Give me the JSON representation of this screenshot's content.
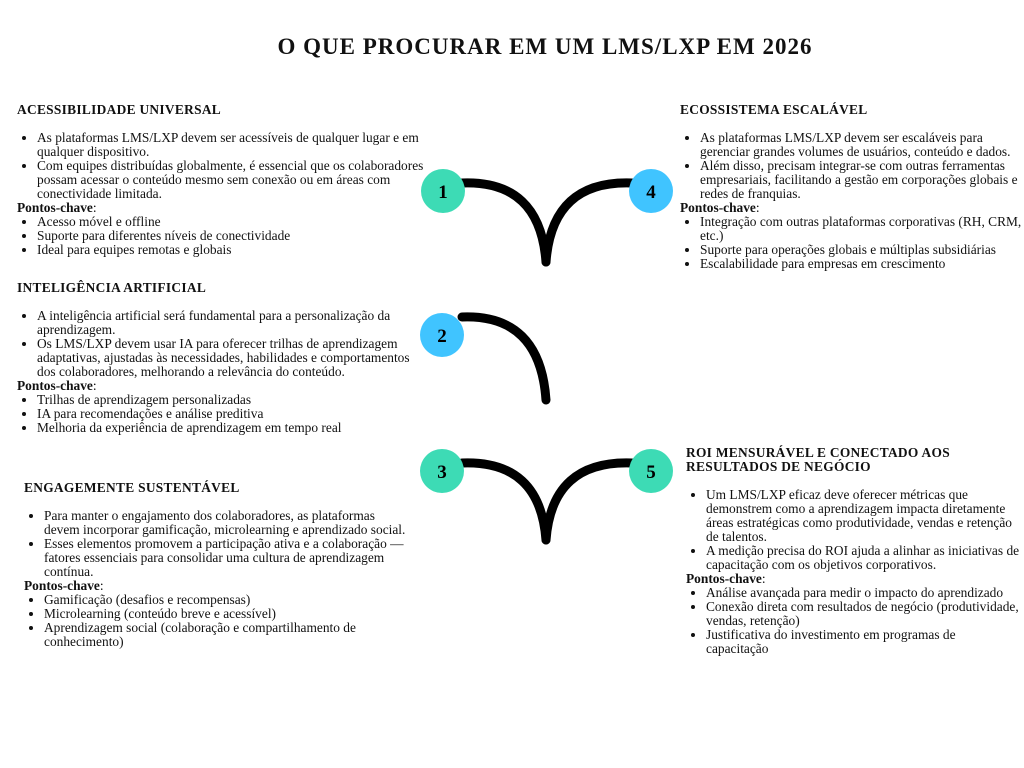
{
  "title": "O QUE PROCURAR EM UM LMS/LXP EM 2026",
  "colors": {
    "green": "#3ddbb5",
    "blue": "#40c4ff",
    "line": "#000000"
  },
  "steps": [
    "1",
    "2",
    "3",
    "4",
    "5"
  ],
  "sections": [
    {
      "title": "ACESSIBILIDADE UNIVERSAL",
      "bullets": [
        "As plataformas LMS/LXP devem ser acessíveis de qualquer lugar e em qualquer dispositivo.",
        " Com equipes distribuídas globalmente, é essencial que os colaboradores possam acessar o conteúdo mesmo sem conexão ou em áreas com conectividade limitada."
      ],
      "kp_label": "Pontos-chave",
      "points": [
        "Acesso móvel e offline",
        "Suporte para diferentes níveis de conectividade",
        "Ideal para equipes remotas e globais"
      ]
    },
    {
      "title": "INTELIGÊNCIA ARTIFICIAL",
      "bullets": [
        "A inteligência artificial será fundamental para a personalização da aprendizagem.",
        " Os LMS/LXP devem usar IA para oferecer trilhas de aprendizagem adaptativas, ajustadas às necessidades, habilidades e comportamentos dos colaboradores, melhorando a relevância do conteúdo."
      ],
      "kp_label": "Pontos-chave",
      "points": [
        "Trilhas de aprendizagem personalizadas",
        "IA para recomendações e análise preditiva",
        "Melhoria da experiência de aprendizagem em tempo real"
      ]
    },
    {
      "title": "ENGAGEMENTE SUSTENTÁVEL",
      "bullets": [
        "Para manter o engajamento dos colaboradores, as plataformas devem incorporar gamificação, microlearning e aprendizado social.",
        " Esses elementos promovem a participação ativa e a colaboração — fatores essenciais para consolidar uma cultura de aprendizagem contínua."
      ],
      "kp_label": "Pontos-chave",
      "points": [
        "Gamificação (desafios e recompensas)",
        "Microlearning (conteúdo breve e acessível)",
        "Aprendizagem social (colaboração e compartilhamento de conhecimento)"
      ]
    },
    {
      "title": "ECOSSISTEMA ESCALÁVEL",
      "bullets": [
        "As plataformas LMS/LXP devem ser escaláveis para gerenciar grandes volumes de usuários, conteúdo e dados.",
        " Além disso, precisam integrar-se com outras ferramentas empresariais, facilitando a gestão em corporações globais e redes de franquias."
      ],
      "kp_label": "Pontos-chave",
      "points": [
        "Integração com outras plataformas corporativas (RH, CRM, etc.)",
        "Suporte para operações globais e múltiplas subsidiárias",
        "Escalabilidade para empresas em crescimento"
      ]
    },
    {
      "title": "ROI MENSURÁVEL E CONECTADO AOS RESULTADOS DE NEGÓCIO",
      "bullets": [
        "Um LMS/LXP eficaz deve oferecer métricas que demonstrem como a aprendizagem impacta diretamente áreas estratégicas como produtividade, vendas e retenção de talentos.",
        " A medição precisa do ROI ajuda a alinhar as iniciativas de capacitação com os objetivos corporativos."
      ],
      "kp_label": "Pontos-chave",
      "points": [
        "Análise avançada para medir o impacto do aprendizado",
        "Conexão direta com resultados de negócio (produtividade, vendas, retenção)",
        "Justificativa do investimento em programas de capacitação"
      ]
    }
  ]
}
